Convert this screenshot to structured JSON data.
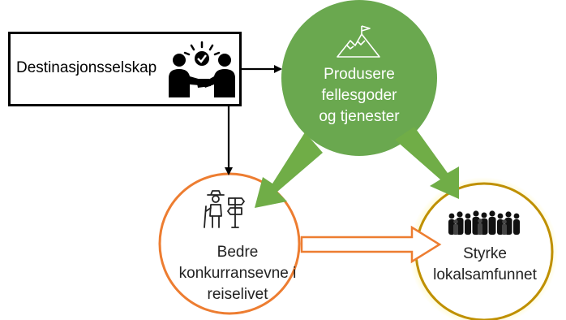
{
  "nodes": {
    "destination": {
      "label": "Destinasjonsselskap",
      "icon": "handshake-people-icon"
    },
    "produce": {
      "lines": [
        "Produsere",
        "fellesgoder",
        "og tjenester"
      ],
      "icon": "mountain-flag-icon",
      "color": "#6aa84f"
    },
    "competitiveness": {
      "lines": [
        "Bedre",
        "konkurransevne i",
        "reiselivet"
      ],
      "icon": "hiker-signpost-icon",
      "color": "#ed7d31"
    },
    "community": {
      "lines": [
        "Styrke",
        "lokalsamfunnet"
      ],
      "icon": "crowd-icon",
      "color": "#bf9000",
      "glow": "#fff59d"
    }
  },
  "colors": {
    "green_arrow": "#70ad47",
    "orange_arrow": "#ed7d31",
    "black": "#000000"
  }
}
